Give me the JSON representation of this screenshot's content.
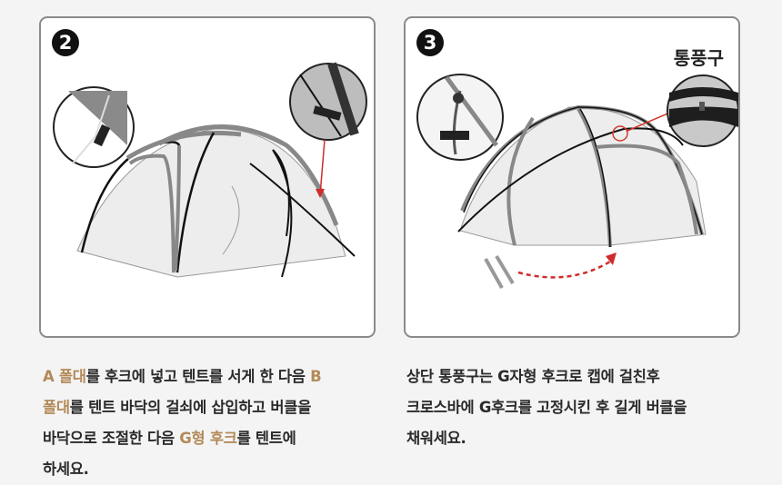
{
  "colors": {
    "background": "#f4f4f4",
    "panel_border": "#8a8a8a",
    "highlight": "#b38a58",
    "arrow_red": "#d12b2b"
  },
  "steps": [
    {
      "number": "2",
      "badge_label": "2",
      "description_parts": [
        {
          "text": "A 폴대",
          "highlight": true
        },
        {
          "text": "를 후크에 넣고 텐트를 서게 한 다음 ",
          "highlight": false
        },
        {
          "text": "B 폴대",
          "highlight": true
        },
        {
          "text": "를 텐트 바닥의 걸쇠에 삽입하고 버클을 바닥으로 조절한 다음 ",
          "highlight": false
        },
        {
          "text": "G형 후크",
          "highlight": true
        },
        {
          "text": "를 텐트에 하세요.",
          "highlight": false
        }
      ],
      "lines": [
        [
          "A 폴대",
          "를 후크에 넣고 텐트를 서게 한 다음 ",
          "B"
        ],
        [
          "폴대",
          "를 텐트 바닥의 걸쇠에 삽입하고 버클을"
        ],
        [
          "바닥으로 조절한 다음 ",
          "G형 후크",
          "를 텐트에"
        ],
        [
          "하세요."
        ]
      ]
    },
    {
      "number": "3",
      "badge_label": "3",
      "callout_label": "통풍구",
      "lines": [
        "상단 통풍구는 G자형 후크로 캡에 걸친후",
        "크로스바에 G후크를 고정시킨 후 길게 버클을",
        "채워세요."
      ]
    }
  ]
}
